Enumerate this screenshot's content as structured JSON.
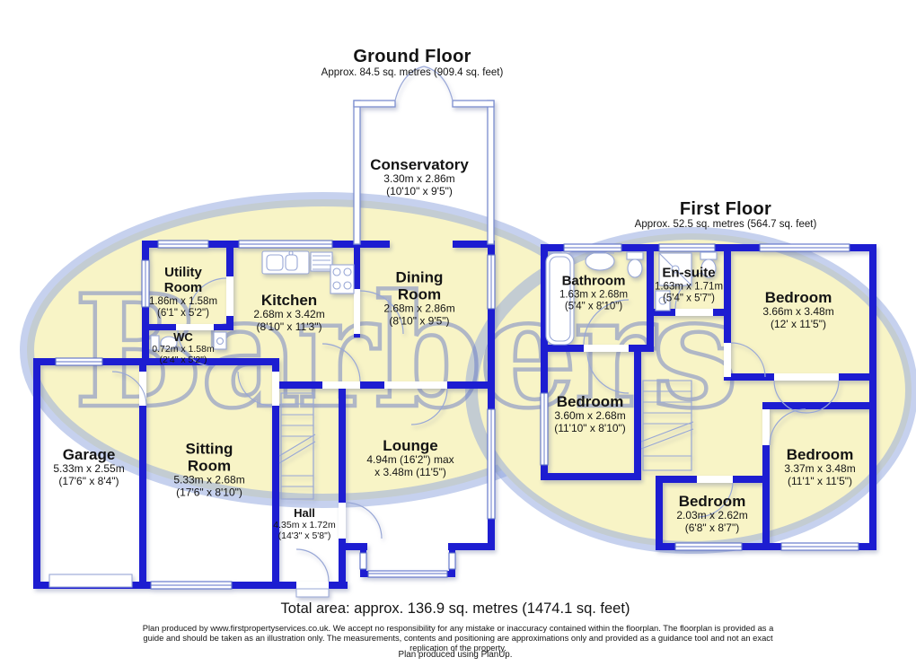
{
  "watermark": {
    "text": "Barbers",
    "fill_color": "#f8f4c6",
    "ring_color": "#8ea4de",
    "text_color": "#5a6fc6"
  },
  "colors": {
    "wall_blue": "#1d1dd1",
    "fixture_line": "#98a7d6",
    "window_line": "#5b6fc8"
  },
  "ground_floor": {
    "title": "Ground Floor",
    "subtitle": "Approx. 84.5 sq. metres (909.4 sq. feet)",
    "rooms": {
      "conservatory": {
        "name": "Conservatory",
        "metric": "3.30m x 2.86m",
        "imperial": "(10'10\" x 9'5\")"
      },
      "utility": {
        "name": "Utility Room",
        "metric": "1.86m x 1.58m",
        "imperial": "(6'1\" x 5'2\")"
      },
      "kitchen": {
        "name": "Kitchen",
        "metric": "2.68m x 3.42m",
        "imperial": "(8'10\" x 11'3\")"
      },
      "dining": {
        "name": "Dining Room",
        "metric": "2.68m x 2.86m",
        "imperial": "(8'10\" x 9'5\")"
      },
      "wc": {
        "name": "WC",
        "metric": "0.72m x 1.58m",
        "imperial": "(2'4\" x 5'2\")"
      },
      "garage": {
        "name": "Garage",
        "metric": "5.33m x 2.55m",
        "imperial": "(17'6\" x 8'4\")"
      },
      "sitting": {
        "name": "Sitting Room",
        "metric": "5.33m x 2.68m",
        "imperial": "(17'6\" x 8'10\")"
      },
      "lounge": {
        "name": "Lounge",
        "metric": "4.94m (16'2\") max",
        "imperial": "x 3.48m (11'5\")"
      },
      "hall": {
        "name": "Hall",
        "metric": "4.35m x 1.72m",
        "imperial": "(14'3\" x 5'8\")"
      }
    }
  },
  "first_floor": {
    "title": "First Floor",
    "subtitle": "Approx. 52.5 sq. metres (564.7 sq. feet)",
    "rooms": {
      "bathroom": {
        "name": "Bathroom",
        "metric": "1.63m x 2.68m",
        "imperial": "(5'4\" x 8'10\")"
      },
      "ensuite": {
        "name": "En-suite",
        "metric": "1.63m x 1.71m",
        "imperial": "(5'4\" x 5'7\")"
      },
      "bedroom1": {
        "name": "Bedroom",
        "metric": "3.66m x 3.48m",
        "imperial": "(12' x 11'5\")"
      },
      "bedroom2": {
        "name": "Bedroom",
        "metric": "3.60m x 2.68m",
        "imperial": "(11'10\" x 8'10\")"
      },
      "bedroom3": {
        "name": "Bedroom",
        "metric": "2.03m x 2.62m",
        "imperial": "(6'8\" x 8'7\")"
      },
      "bedroom4": {
        "name": "Bedroom",
        "metric": "3.37m x 3.48m",
        "imperial": "(11'1\" x 11'5\")"
      }
    }
  },
  "footer": {
    "total_area": "Total area: approx. 136.9 sq. metres (1474.1 sq. feet)",
    "disclaimer": "Plan produced by www.firstpropertyservices.co.uk. We accept no responsibility for any mistake or inaccuracy contained within the floorplan. The floorplan is provided as a guide and should be taken as an illustration only. The measurements, contents and positioning are approximations only and provided as a guidance tool and not an exact replication of the property.",
    "planup": "Plan produced using PlanUp."
  }
}
